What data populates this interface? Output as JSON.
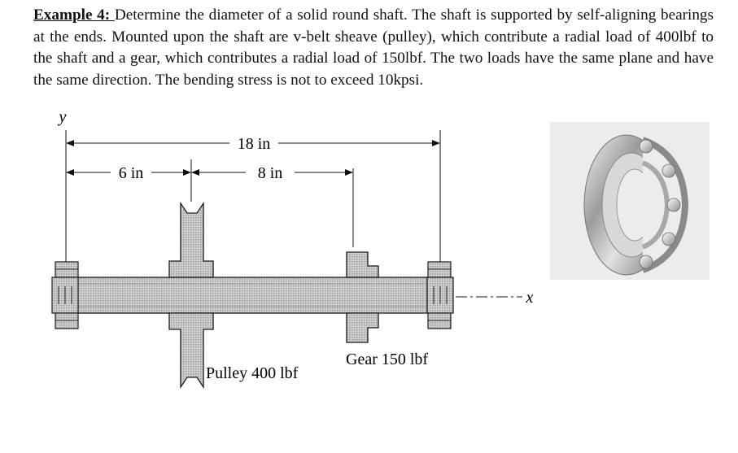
{
  "problem": {
    "heading": "Example 4: ",
    "body": "Determine the diameter of a solid round shaft. The shaft is supported by self-aligning bearings at the ends. Mounted upon the shaft are v-belt sheave (pulley), which contribute a radial load of 400lbf to the shaft and a gear, which contributes a radial load of 150lbf. The two loads have the same plane and have the same direction. The bending stress is not to exceed 10kpsi."
  },
  "figure": {
    "y_axis": "y",
    "x_axis": "x",
    "dim_total": "18 in",
    "dim_left": "6 in",
    "dim_mid": "8 in",
    "pulley_label": "Pulley 400 lbf",
    "gear_label": "Gear 150 lbf"
  },
  "colors": {
    "hatch": "#c4c4c4",
    "outline": "#1a1a1a"
  }
}
